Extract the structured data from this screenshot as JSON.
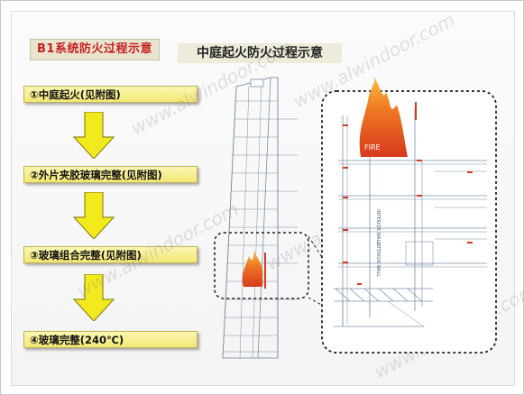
{
  "slide": {
    "title_left": "B1系统防火过程示意",
    "title_right": "中庭起火防火过程示意"
  },
  "steps": [
    {
      "label": "①中庭起火(见附图)"
    },
    {
      "label": "②外片夹胶玻璃完整(见附图)"
    },
    {
      "label": "③玻璃组合完整(见附图)"
    },
    {
      "label": "④玻璃完整(240℃)"
    }
  ],
  "diagram": {
    "fire_label": "FIRE",
    "wall_label_1": "INTERIOR WALL",
    "wall_label_2": "INTERIOR WALL"
  },
  "watermark": "www.alwindoor.com",
  "colors": {
    "title_red": "#c61f1f",
    "step_yellow": "#f2e874",
    "arrow_yellow": "#f3ea1e",
    "fire_red": "#d63a1e",
    "fire_orange": "#f39a2a",
    "line_blue": "#7a8fa6"
  }
}
